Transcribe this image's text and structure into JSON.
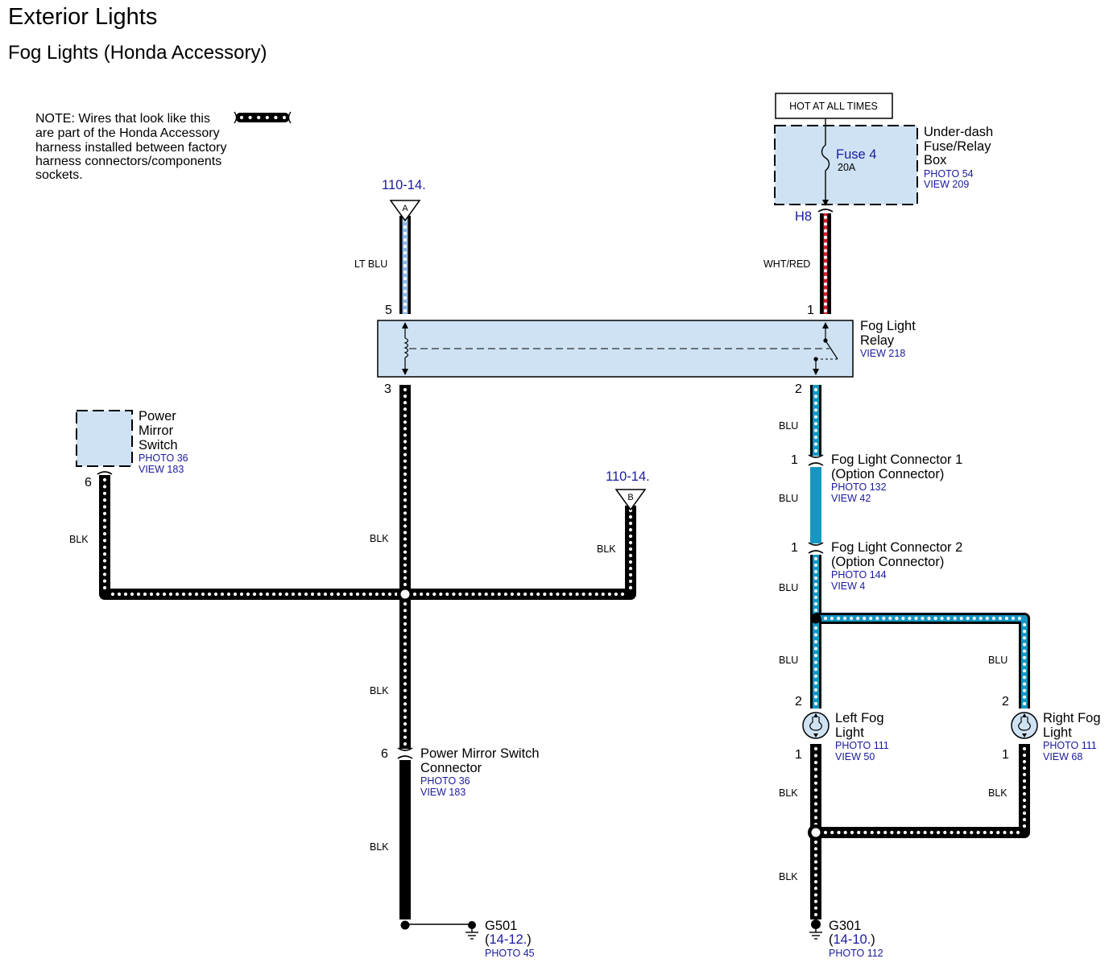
{
  "header": {
    "title": "Exterior Lights",
    "subtitle": "Fog Lights (Honda Accessory)"
  },
  "note": {
    "lines": [
      "NOTE: Wires that look like this",
      "are part of the Honda Accessory",
      "harness installed between factory",
      "harness connectors/components",
      "sockets."
    ]
  },
  "colors": {
    "ltblu": "#8fb8e8",
    "blu": "#1696c2",
    "red": "#c8202a",
    "blk": "#000000",
    "box": "#cfe2f3",
    "ref": "#1a1aa0"
  },
  "power": {
    "label": "HOT AT ALL TIMES"
  },
  "fuse_box": {
    "name_lines": [
      "Under-dash",
      "Fuse/Relay",
      "Box"
    ],
    "refs": [
      "PHOTO 54",
      "VIEW 209"
    ],
    "fuse_name": "Fuse 4",
    "fuse_rating": "20A",
    "terminal": "H8"
  },
  "relay": {
    "name_lines": [
      "Fog Light",
      "Relay"
    ],
    "ref": "VIEW 218",
    "pins": {
      "p5": "5",
      "p1": "1",
      "p3": "3",
      "p2": "2"
    }
  },
  "links": {
    "a_ref": "110-14.",
    "a_letter": "A",
    "b_ref": "110-14.",
    "b_letter": "B"
  },
  "wires": {
    "lt_blu": "LT BLU",
    "wht_red": "WHT/RED",
    "blu": "BLU",
    "blk": "BLK"
  },
  "mirror_switch": {
    "name_lines": [
      "Power",
      "Mirror",
      "Switch"
    ],
    "refs": [
      "PHOTO 36",
      "VIEW 183"
    ],
    "pin": "6"
  },
  "mirror_connector": {
    "pin": "6",
    "name_lines": [
      "Power Mirror Switch",
      "Connector"
    ],
    "refs": [
      "PHOTO 36",
      "VIEW 183"
    ]
  },
  "fog_conn1": {
    "pin": "1",
    "name_lines": [
      "Fog Light Connector 1",
      "(Option Connector)"
    ],
    "refs": [
      "PHOTO 132",
      "VIEW 42"
    ]
  },
  "fog_conn2": {
    "pin": "1",
    "name_lines": [
      "Fog Light Connector 2",
      "(Option Connector)"
    ],
    "refs": [
      "PHOTO 144",
      "VIEW 4"
    ]
  },
  "left_fog": {
    "pin_top": "2",
    "pin_bottom": "1",
    "name_lines": [
      "Left Fog",
      "Light"
    ],
    "refs": [
      "PHOTO 111",
      "VIEW 50"
    ]
  },
  "right_fog": {
    "pin_top": "2",
    "pin_bottom": "1",
    "name_lines": [
      "Right Fog",
      "Light"
    ],
    "refs": [
      "PHOTO 111",
      "VIEW 68"
    ]
  },
  "g501": {
    "name": "G501",
    "ref_open": "(",
    "ref_link": "14-12.",
    "ref_close": ")",
    "photo": "PHOTO 45"
  },
  "g301": {
    "name": "G301",
    "ref_open": "(",
    "ref_link": "14-10.",
    "ref_close": ")",
    "photo": "PHOTO 112"
  }
}
